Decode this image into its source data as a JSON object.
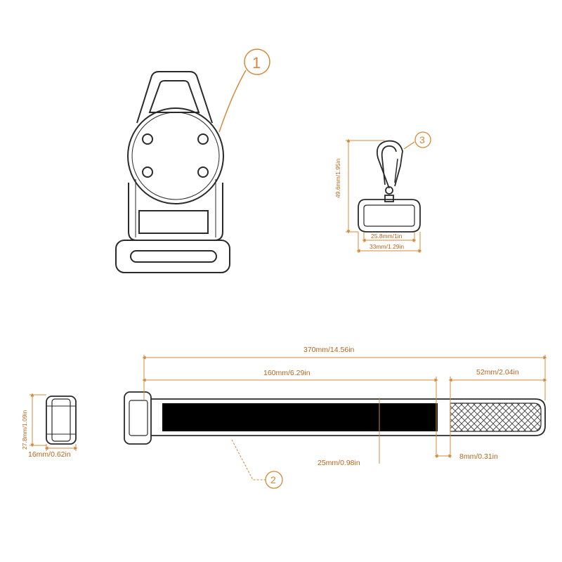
{
  "callouts": {
    "part1": "1",
    "part2": "2",
    "part3": "3"
  },
  "hook_dims": {
    "height": "49.6mm/1.95in",
    "inner_width": "25.8mm/1in",
    "outer_width": "33mm/1.29in"
  },
  "strap_dims": {
    "total_length": "370mm/14.56in",
    "dark_band_length": "160mm/6.29in",
    "textured_end_length": "52mm/2.04in",
    "strap_width": "25mm/0.98in",
    "gap": "8mm/0.31in"
  },
  "buckle_dims": {
    "height": "27.8mm/1.09in",
    "width": "16mm/0.62in"
  },
  "colors": {
    "line": "#2a2a2a",
    "dimension": "#d4883a",
    "dimension_text": "#b5651d",
    "strap_fill": "#000000"
  }
}
